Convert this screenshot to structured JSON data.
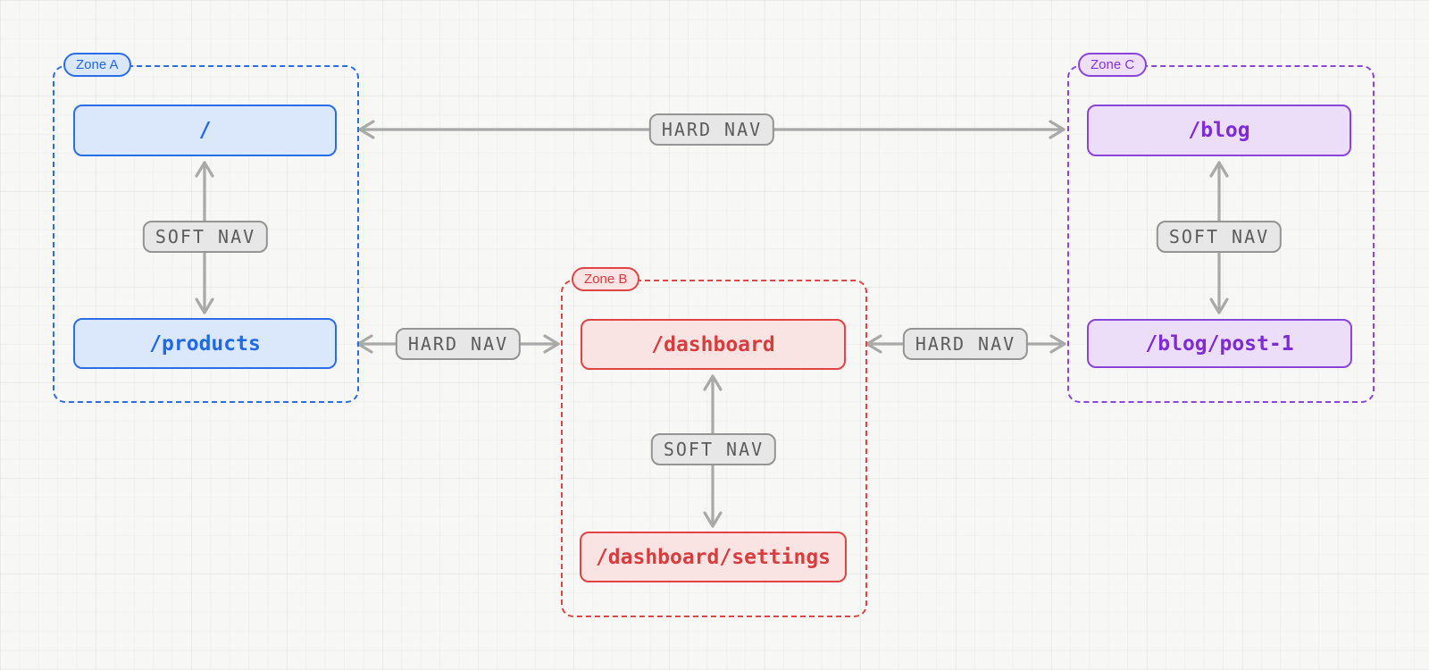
{
  "zones": {
    "a": {
      "label": "Zone A",
      "accent": "#2b6de8",
      "fill": "#dbe8fb",
      "routes": [
        "/",
        "/products"
      ]
    },
    "b": {
      "label": "Zone B",
      "accent": "#e04444",
      "fill": "#f9e3e3",
      "routes": [
        "/dashboard",
        "/dashboard/settings"
      ]
    },
    "c": {
      "label": "Zone C",
      "accent": "#8b44d8",
      "fill": "#ecdef8",
      "routes": [
        "/blog",
        "/blog/post-1"
      ]
    }
  },
  "edges": [
    {
      "from": "/",
      "to": "/blog",
      "type": "hard",
      "label": "HARD NAV",
      "direction": "both"
    },
    {
      "from": "/",
      "to": "/products",
      "type": "soft",
      "label": "SOFT NAV",
      "direction": "both"
    },
    {
      "from": "/products",
      "to": "/dashboard",
      "type": "hard",
      "label": "HARD NAV",
      "direction": "both"
    },
    {
      "from": "/dashboard",
      "to": "/dashboard/settings",
      "type": "soft",
      "label": "SOFT NAV",
      "direction": "both"
    },
    {
      "from": "/dashboard",
      "to": "/blog/post-1",
      "type": "hard",
      "label": "HARD NAV",
      "direction": "both"
    },
    {
      "from": "/blog",
      "to": "/blog/post-1",
      "type": "soft",
      "label": "SOFT NAV",
      "direction": "both"
    }
  ],
  "colors": {
    "background": "#f7f7f5",
    "grid_line": "#ececea",
    "arrow": "#a9a9a9",
    "nav_badge_bg": "#e7e7e7",
    "nav_badge_border": "#949494",
    "nav_badge_text": "#5c5c5c"
  }
}
